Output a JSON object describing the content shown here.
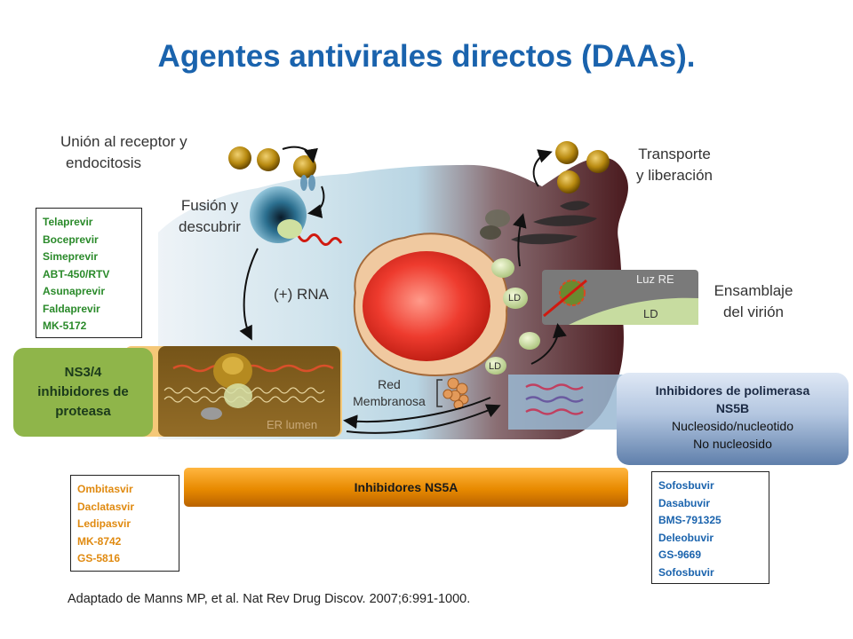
{
  "title": "Agentes antivirales directos (DAAs).",
  "labels": {
    "union_line1": "Unión al receptor  y",
    "union_line2": "endocitosis",
    "fusion_line1": "Fusión y",
    "fusion_line2": "descubrir",
    "rna": "(+) RNA",
    "transporte_line1": "Transporte",
    "transporte_line2": "y liberación",
    "ensamblaje_line1": "Ensamblaje",
    "ensamblaje_line2": "del virión",
    "luz_re": "Luz RE",
    "ld": "LD",
    "red_line1": "Red",
    "red_line2": "Membranosa",
    "er_lumen": "ER lumen"
  },
  "protease_box": {
    "title_line1": "NS3/4",
    "title_line2": "inhibidores de",
    "title_line3": "proteasa",
    "drugs": [
      "Telaprevir",
      "Boceprevir",
      "Simeprevir",
      "ABT-450/RTV",
      "Asunaprevir",
      "Faldaprevir",
      "MK-5172"
    ]
  },
  "polymerase_box": {
    "title_line1": "Inhibidores de polimerasa",
    "title_line2": "NS5B",
    "line3": "Nucleosido/nucleotido",
    "line4": "No nucleosido",
    "drugs": [
      "Sofosbuvir",
      "Dasabuvir",
      "BMS-791325",
      "Deleobuvir",
      "GS-9669",
      "Sofosbuvir"
    ]
  },
  "ns5a": {
    "bar_label": "Inhibidores NS5A",
    "drugs": [
      "Ombitasvir",
      "Daclatasvir",
      "Ledipasvir",
      "MK-8742",
      "GS-5816"
    ]
  },
  "source": "Adaptado de Manns MP, et al. Nat Rev Drug Discov. 2007;6:991-1000.",
  "colors": {
    "title": "#1a63ad",
    "protease_drugs": "#2a8a2a",
    "ns5a_drugs": "#e08a10",
    "polymerase_drugs": "#1a63ad"
  }
}
